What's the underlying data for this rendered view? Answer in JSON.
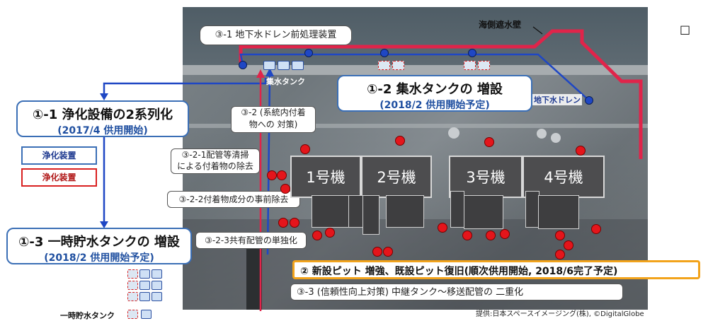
{
  "title_marker": "□",
  "sea_wall_label": "海側遮水壁",
  "subdrain_pretreatment_label": "③-1 地下水ドレン前処理装置",
  "collection_tank_label": "集水タンク",
  "subdrain_label": "地下水ドレン",
  "box_1_2": {
    "title": "①-2 集水タンクの 増設",
    "subtitle": "(2018/2  供用開始予定)"
  },
  "box_1_1": {
    "title": "①-1 浄化設備の2系列化",
    "subtitle": "(2017/4  供用開始)"
  },
  "box_1_3": {
    "title": "①-3 一時貯水タンクの 増設",
    "subtitle": "(2018/2  供用開始予定)"
  },
  "legend": [
    {
      "label": "浄化装置",
      "color": "#3b6fb6"
    },
    {
      "label": "浄化装置",
      "color": "#d92020"
    }
  ],
  "label_3_2": {
    "line1": "③-2 (系統内付着",
    "line2": "物への 対策)"
  },
  "label_3_2_1": {
    "line1": "③-2-1配管等清掃",
    "line2": "による付着物の除去"
  },
  "label_3_2_2": "③-2-2付着物成分の事前除去",
  "label_3_2_3": "③-2-3共有配管の単独化",
  "units": [
    "1号機",
    "2号機",
    "3号機",
    "4号機"
  ],
  "box_2": "② 新設ピット 増強、既設ピット復旧(順次供用開始, 2018/6完了予定)",
  "label_3_3": "③-3 (信頼性向上対策) 中継タンク～移送配管の 二重化",
  "temp_tank_label": "一時貯水タンク",
  "credit": "提供:日本スペースイメージング(株), ©DigitalGlobe",
  "colors": {
    "blue": "#1f4fa0",
    "red": "#e4151b",
    "orange": "#f2a31b"
  }
}
